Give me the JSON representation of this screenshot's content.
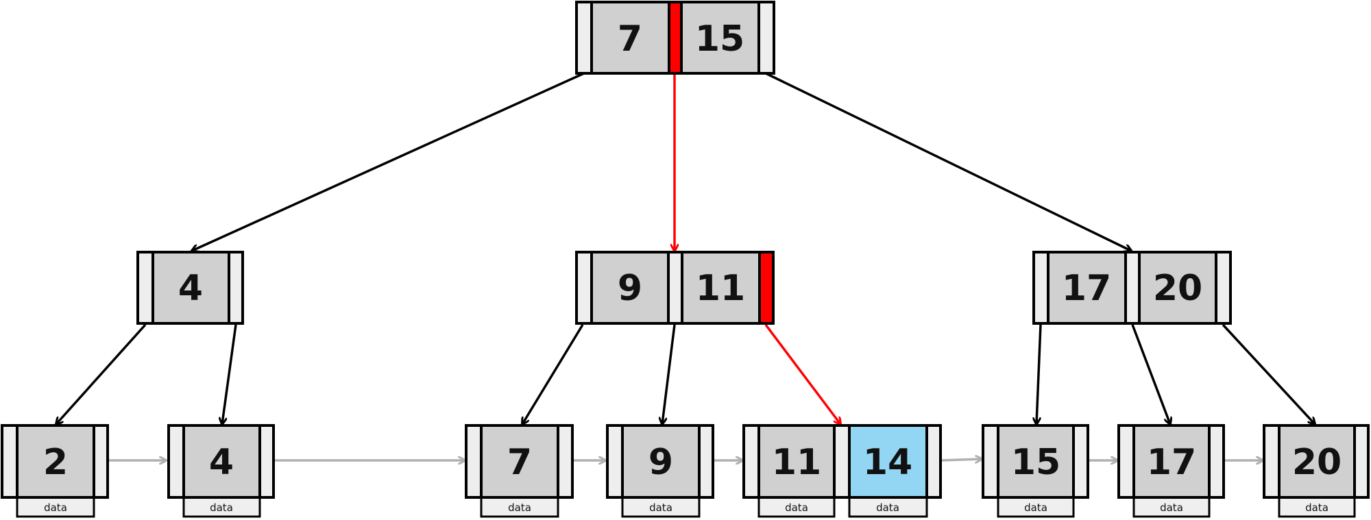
{
  "tree": {
    "root": {
      "keys": [
        "7",
        "15"
      ]
    },
    "internal": [
      {
        "keys": [
          "4"
        ]
      },
      {
        "keys": [
          "9",
          "11"
        ]
      },
      {
        "keys": [
          "17",
          "20"
        ]
      }
    ],
    "leaves": [
      {
        "keys": [
          "2"
        ],
        "data": "data"
      },
      {
        "keys": [
          "4"
        ],
        "data": "data"
      },
      {
        "keys": [
          "7"
        ],
        "data": "data"
      },
      {
        "keys": [
          "9"
        ],
        "data": "data"
      },
      {
        "keys": [
          "11",
          "14"
        ],
        "data": [
          "data",
          "data"
        ]
      },
      {
        "keys": [
          "15"
        ],
        "data": "data"
      },
      {
        "keys": [
          "17"
        ],
        "data": "data"
      },
      {
        "keys": [
          "20"
        ],
        "data": "data"
      }
    ]
  },
  "search_path_color": "#ff0000",
  "highlight_key_color": "#93d6f4",
  "key_color": "#d0d0d0",
  "leaf_link_color": "#b0b0b0"
}
